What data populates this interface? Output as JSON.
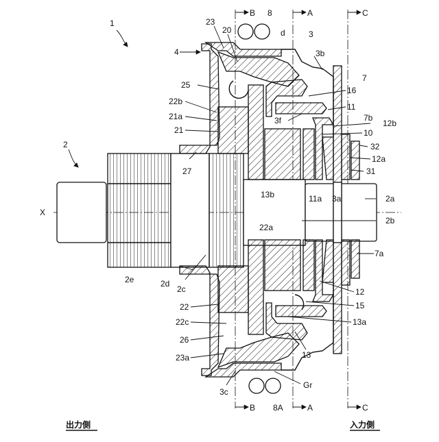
{
  "figure": {
    "fig_number": "1",
    "shaft_number": "2",
    "axis_label": "X",
    "section_marks": {
      "B": "B",
      "A": "A",
      "C": "C"
    },
    "labels": {
      "n23": "23",
      "n20": "20",
      "n8": "8",
      "nd": "d",
      "n3": "3",
      "n4": "4",
      "n3b": "3b",
      "n7": "7",
      "n25": "25",
      "n16": "16",
      "n22b": "22b",
      "n11": "11",
      "n21a": "21a",
      "n3f": "3f",
      "n7b": "7b",
      "n12b": "12b",
      "n21": "21",
      "n10": "10",
      "n32": "32",
      "n12a": "12a",
      "n27": "27",
      "n31": "31",
      "n13b": "13b",
      "n11a": "11a",
      "n3a": "3a",
      "n2a": "2a",
      "n2b": "2b",
      "n22a": "22a",
      "n7a": "7a",
      "n2e": "2e",
      "n2d": "2d",
      "n2c": "2c",
      "n12": "12",
      "n22": "22",
      "n15": "15",
      "n22c": "22c",
      "n13a": "13a",
      "n26": "26",
      "n23a": "23a",
      "n13": "13",
      "n3c": "3c",
      "nGr": "Gr",
      "n8A": "8A"
    },
    "output_side": "出力側",
    "input_side": "入力側"
  }
}
